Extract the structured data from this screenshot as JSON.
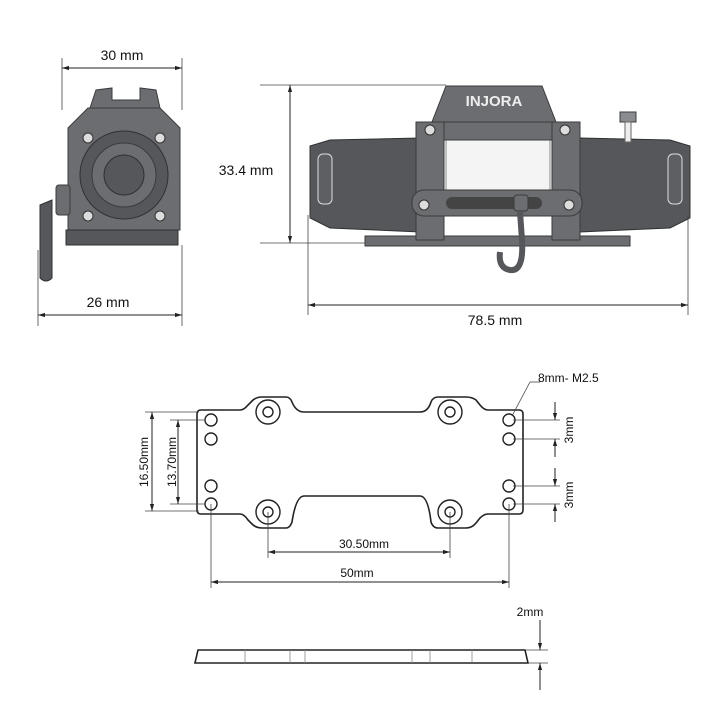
{
  "side_view": {
    "width_top": "30 mm",
    "width_bottom": "26 mm"
  },
  "front_view": {
    "height": "33.4 mm",
    "length": "78.5 mm",
    "brand": "INJORA"
  },
  "plate_view": {
    "hole_label": "8mm- M2.5",
    "outer_height": "16.50mm",
    "inner_height": "13.70mm",
    "hole_spacing_top": "3mm",
    "hole_spacing_bottom": "3mm",
    "center_spacing": "30.50mm",
    "total_spacing": "50mm"
  },
  "plate_side": {
    "thickness": "2mm"
  }
}
